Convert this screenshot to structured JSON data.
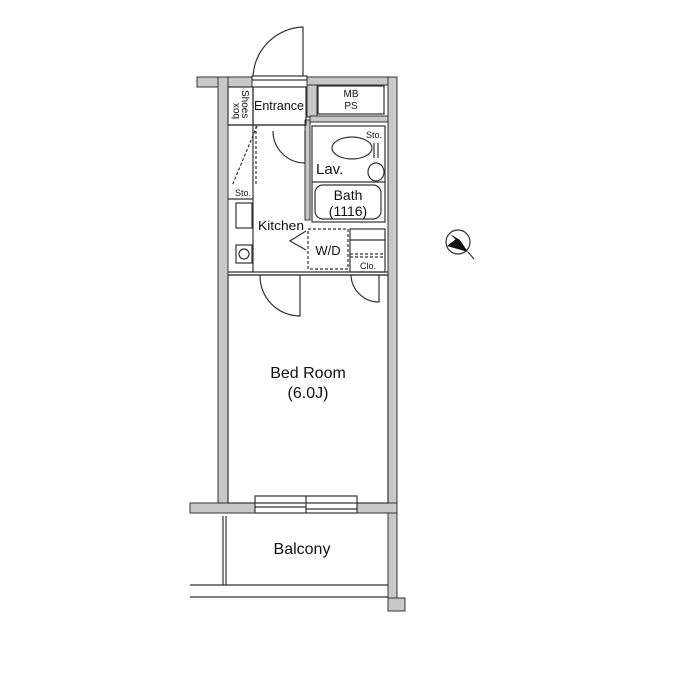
{
  "rooms": {
    "shoes_box": "Shoes box",
    "shoes_box_line1": "Shoes",
    "shoes_box_line2": "box",
    "entrance": "Entrance",
    "mb_ps_line1": "MB",
    "mb_ps_line2": "PS",
    "storage_toilet": "Sto.",
    "lavatory": "Lav.",
    "bath_line1": "Bath",
    "bath_line2": "(1116)",
    "storage_kitchen": "Sto.",
    "kitchen": "Kitchen",
    "washer_dryer": "W/D",
    "closet": "Clo.",
    "bedroom_line1": "Bed Room",
    "bedroom_line2": "(6.0J)",
    "balcony": "Balcony"
  },
  "compass": {
    "icon": "north-arrow-icon"
  },
  "colors": {
    "wall_fill": "#c8c8c8",
    "line": "#333333",
    "text": "#111111"
  }
}
